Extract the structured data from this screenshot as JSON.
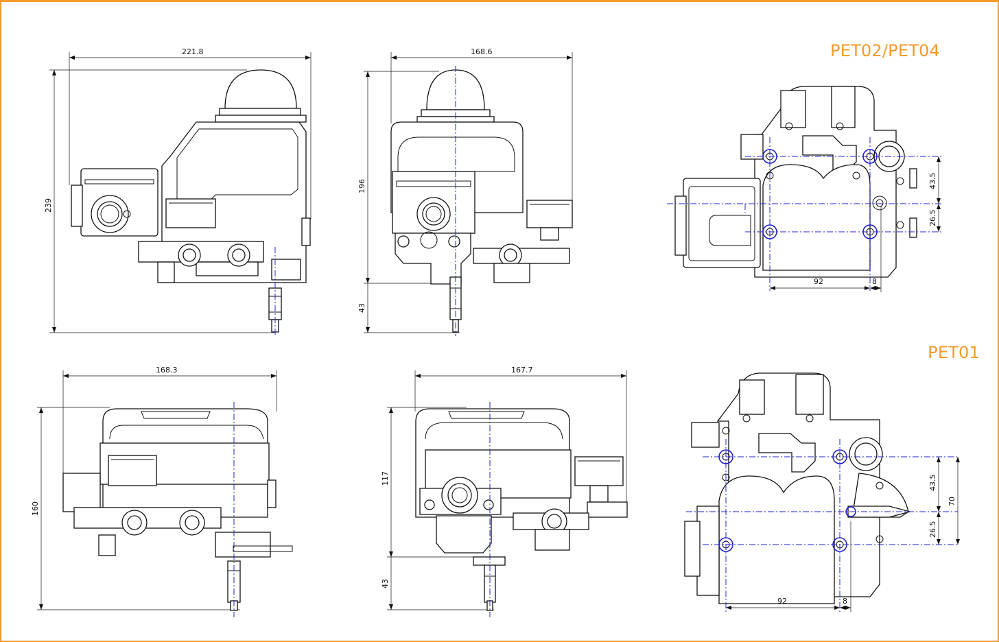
{
  "colors": {
    "accent": "#f39a2b",
    "centerline": "#2222cc",
    "linework": "#111111"
  },
  "titles": {
    "top": "PET02/PET04",
    "bottom": "PET01"
  },
  "dimensions": {
    "top_side_width": "221.8",
    "top_side_height": "239",
    "top_front_width": "168.6",
    "top_front_height": "196",
    "top_front_shaft": "43",
    "top_plan_vertical_upper": "43.5",
    "top_plan_vertical_lower": "26.5",
    "top_plan_horizontal": "92",
    "top_plan_offset": "8",
    "bottom_side_width": "168.3",
    "bottom_side_height": "160",
    "bottom_front_width": "167.7",
    "bottom_front_height": "117",
    "bottom_front_shaft": "43",
    "bottom_plan_vertical_upper": "43.5",
    "bottom_plan_vertical_lower": "26.5",
    "bottom_plan_total": "70",
    "bottom_plan_horizontal": "92",
    "bottom_plan_offset": "8"
  }
}
